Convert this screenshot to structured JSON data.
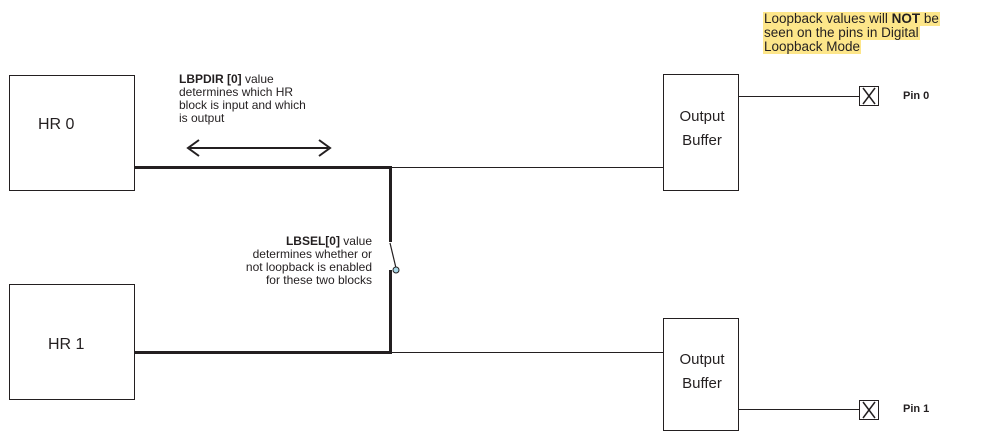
{
  "blocks": {
    "hr0": "HR 0",
    "hr1": "HR 1",
    "buffer0": [
      "Output",
      "Buffer"
    ],
    "buffer1": [
      "Output",
      "Buffer"
    ]
  },
  "notes": {
    "lbpdir": {
      "bold": "LBPDIR [0]",
      "line1_rest": " value",
      "line2": "determines which HR",
      "line3": "block is input and which",
      "line4": "is output"
    },
    "lbsel": {
      "bold": "LBSEL[0]",
      "line1_rest": " value",
      "line2": "determines whether or",
      "line3": "not loopback is enabled",
      "line4": "for these two blocks"
    },
    "callout": {
      "line1_pre": "Loopback values will ",
      "line1_bold": "NOT",
      "line1_post": " be",
      "line2": "seen on the pins in Digital",
      "line3": "Loopback Mode"
    }
  },
  "pins": {
    "pin0": "Pin 0",
    "pin1": "Pin 1"
  },
  "colors": {
    "line": "#231f20",
    "highlight": "#fde68a",
    "switch_node": "#a8d8e8"
  }
}
